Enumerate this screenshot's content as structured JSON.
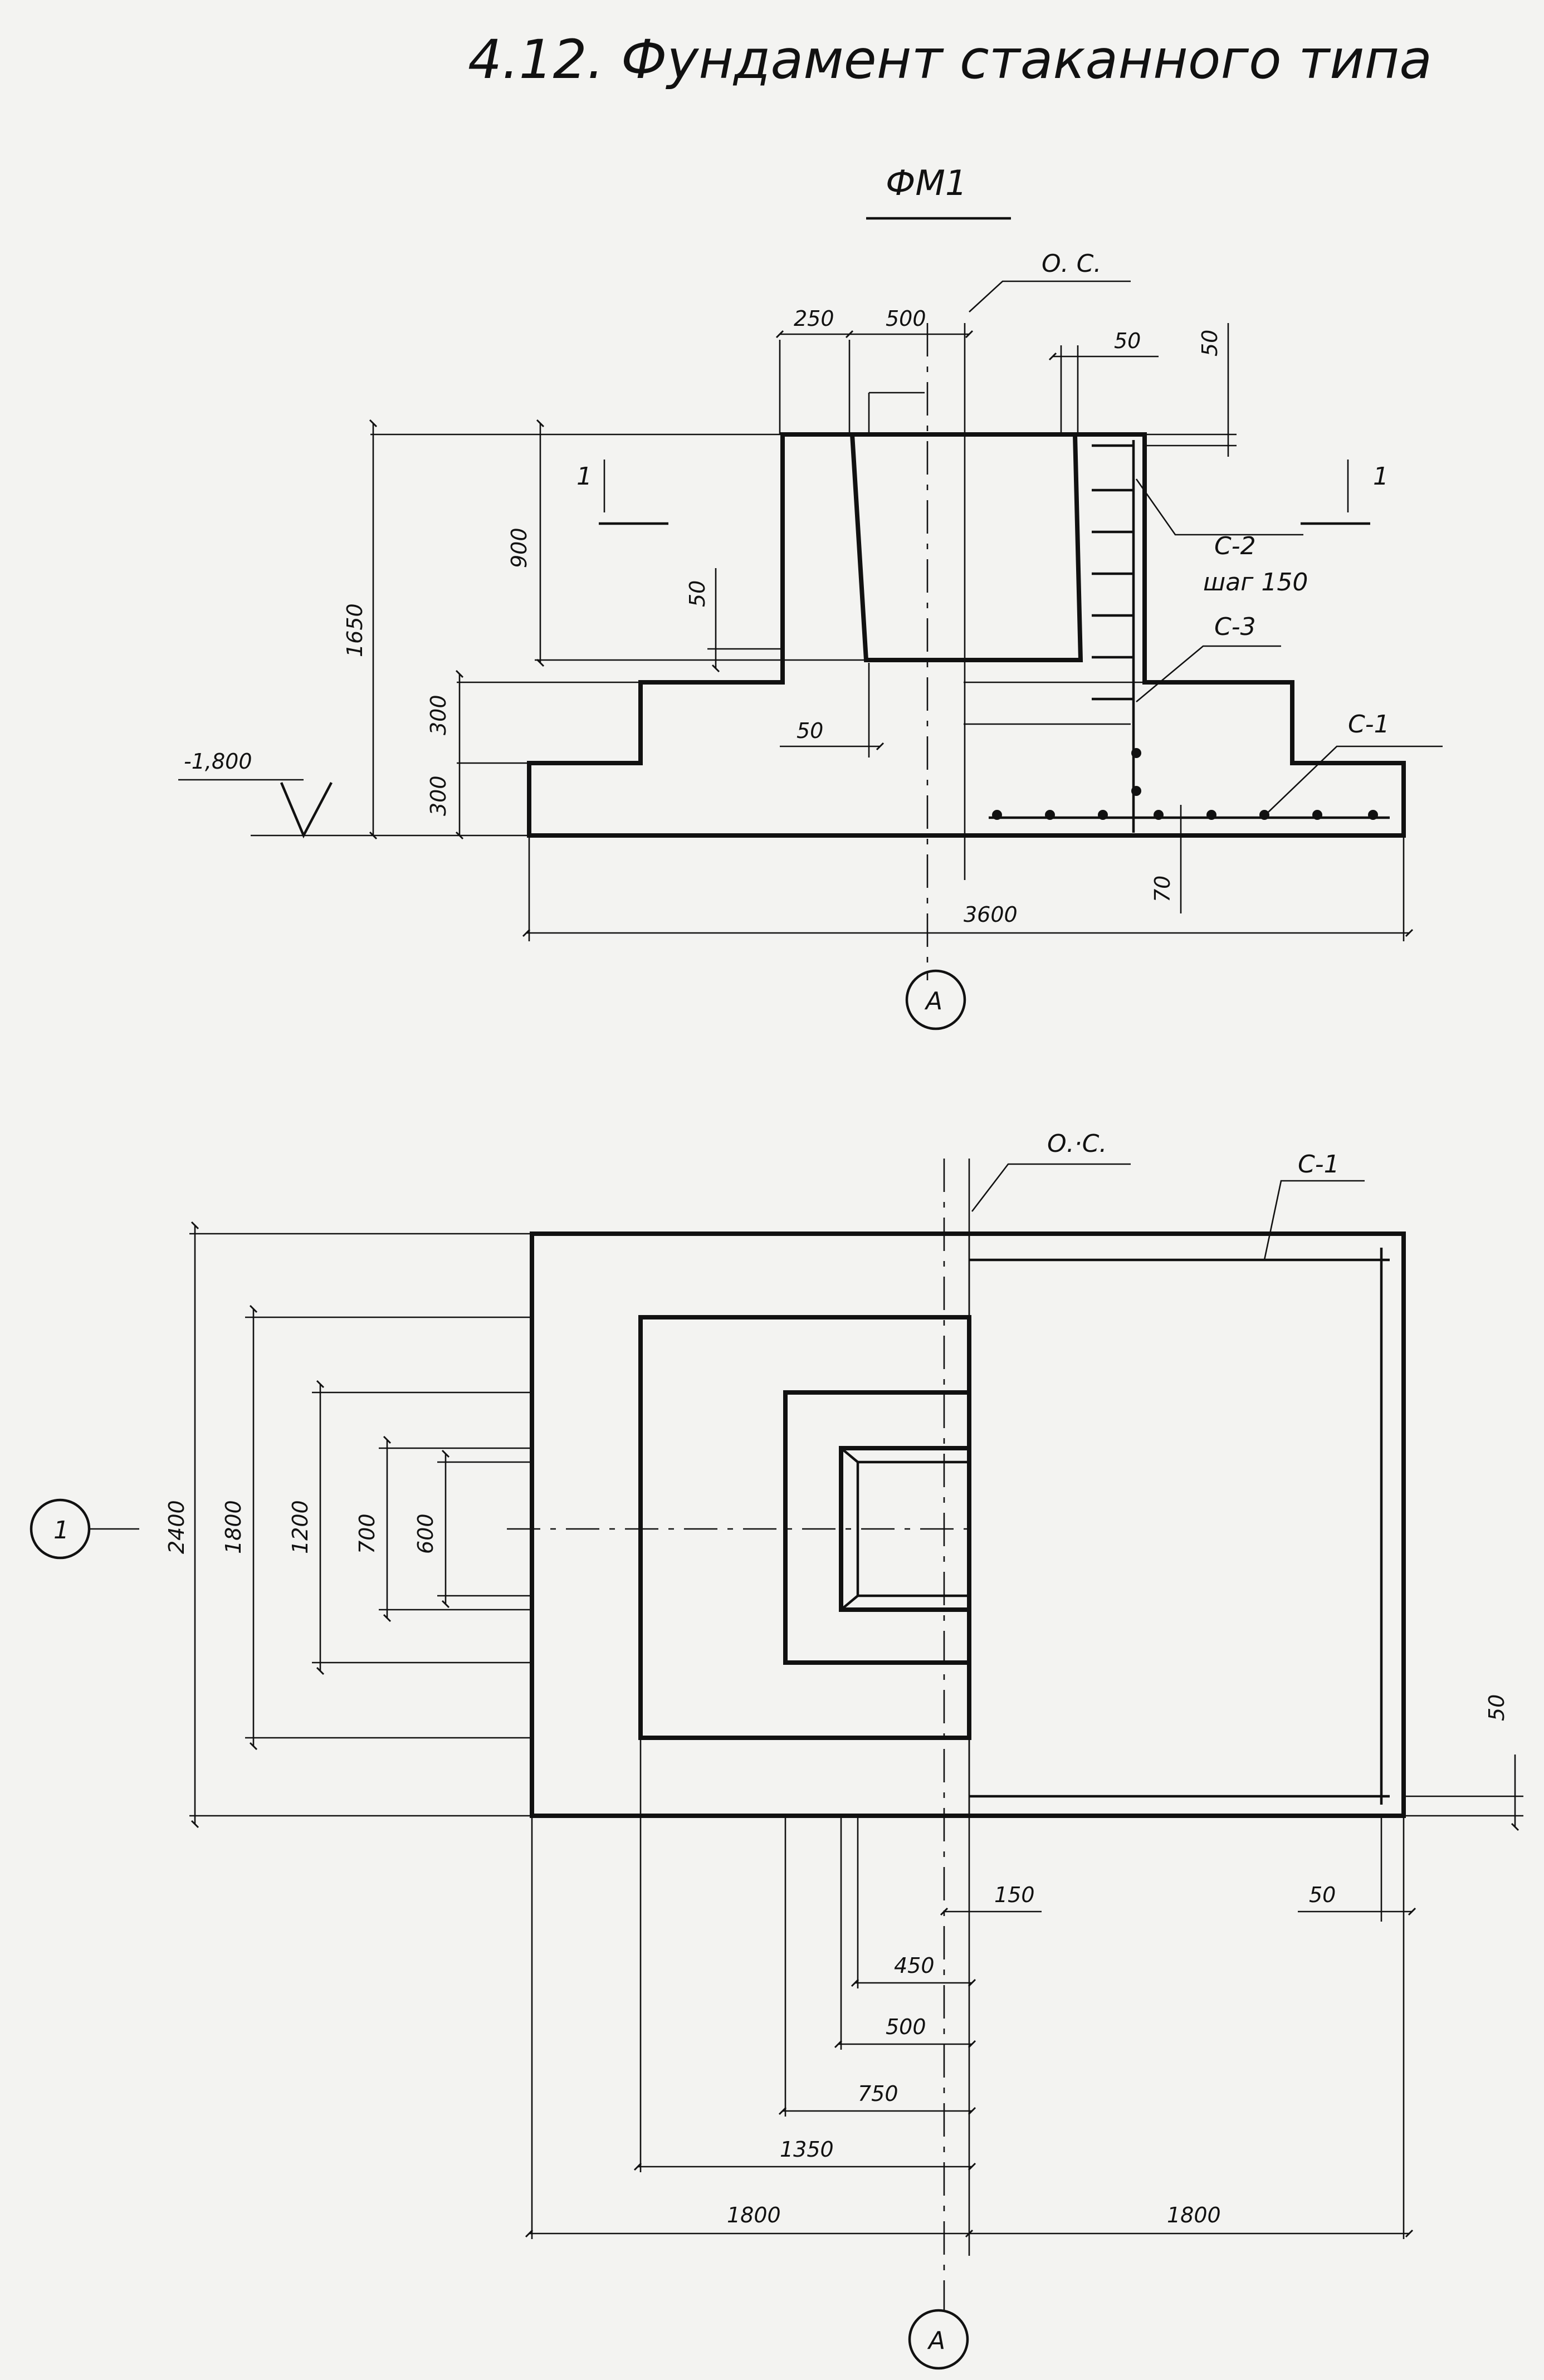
{
  "title": "4.12. Фундамент стаканного типа",
  "mark": "ФМ1",
  "section_view": {
    "center_axis_label": "О. С.",
    "cut_label_left": "1",
    "cut_label_right": "1",
    "level_mark": "-1,800",
    "axis_bubble": "А",
    "callouts": {
      "c2": "С-2",
      "c2_step": "шаг 150",
      "c3": "С-3",
      "c1": "С-1"
    },
    "dims": {
      "top_250": "250",
      "top_500": "500",
      "top_50": "50",
      "right_50": "50",
      "left_900": "900",
      "left_1650": "1650",
      "glass_50": "50",
      "step_300_upper": "300",
      "step_300_lower": "300",
      "bottom_50": "50",
      "cover_70": "70",
      "overall_3600": "3600"
    }
  },
  "plan_view": {
    "center_axis_label": "О.·С.",
    "axis_bubble_left": "1",
    "axis_bubble_bottom": "А",
    "callout_c1": "С-1",
    "dims": {
      "v_2400": "2400",
      "v_1800": "1800",
      "v_1200": "1200",
      "v_700": "700",
      "v_600": "600",
      "right_50": "50",
      "h_150": "150",
      "h_50": "50",
      "h_450": "450",
      "h_500": "500",
      "h_750": "750",
      "h_1350": "1350",
      "h_1800_left": "1800",
      "h_1800_right": "1800"
    }
  }
}
